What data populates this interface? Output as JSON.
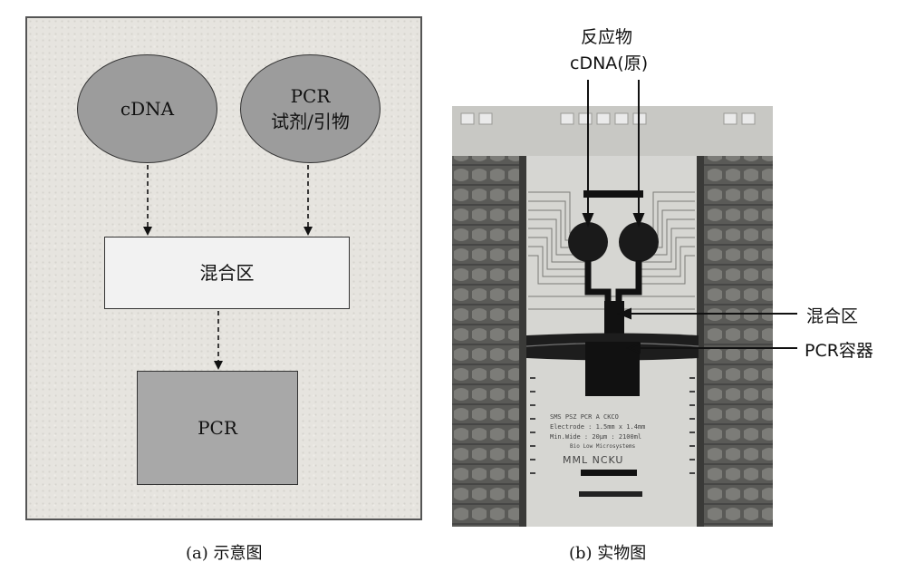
{
  "panel_a": {
    "node_cdna": "cDNA",
    "node_pcr_line1": "PCR",
    "node_pcr_line2": "试剂/引物",
    "node_mix": "混合区",
    "node_pcr": "PCR"
  },
  "panel_b": {
    "label_reactants_line1": "反应物",
    "label_reactants_line2": "cDNA(原)",
    "label_mix": "混合区",
    "label_pcr_chamber": "PCR容器",
    "chip_text_1": "SMS  PSZ  PCR A  CKCO",
    "chip_text_2": "Electrode : 1.5mm x 1.4mm",
    "chip_text_3": "Min.Wide : 20μm : 2100ml",
    "chip_text_4": "Bio Low Microsystems",
    "chip_text_5": "MML NCKU"
  },
  "captions": {
    "a": "(a)  示意图",
    "b": "(b)  实物图"
  }
}
